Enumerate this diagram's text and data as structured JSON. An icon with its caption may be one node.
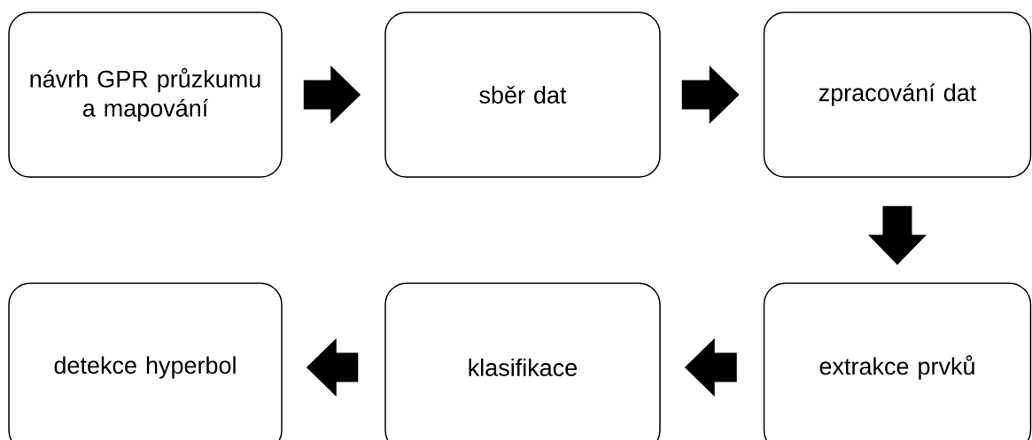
{
  "diagram": {
    "nodes": [
      {
        "text": [
          "návrh GPR průzkumu a mapování"
        ]
      },
      {
        "text": [
          "sběr dat"
        ]
      },
      {
        "text": [
          "zpracování dat"
        ]
      },
      {
        "text": [
          "detekce hyperbol"
        ]
      },
      {
        "text": [
          "klasifikace"
        ]
      },
      {
        "text": [
          "extrakce prvků"
        ]
      }
    ],
    "edges": [
      {
        "from": 0,
        "to": 1,
        "arrow": "to"
      },
      {
        "from": 1,
        "to": 2,
        "arrow": "to"
      },
      {
        "from": 2,
        "to": 5,
        "arrow": "to"
      },
      {
        "from": 5,
        "to": 4,
        "arrow": "to"
      },
      {
        "from": 4,
        "to": 3,
        "arrow": "to"
      }
    ]
  }
}
